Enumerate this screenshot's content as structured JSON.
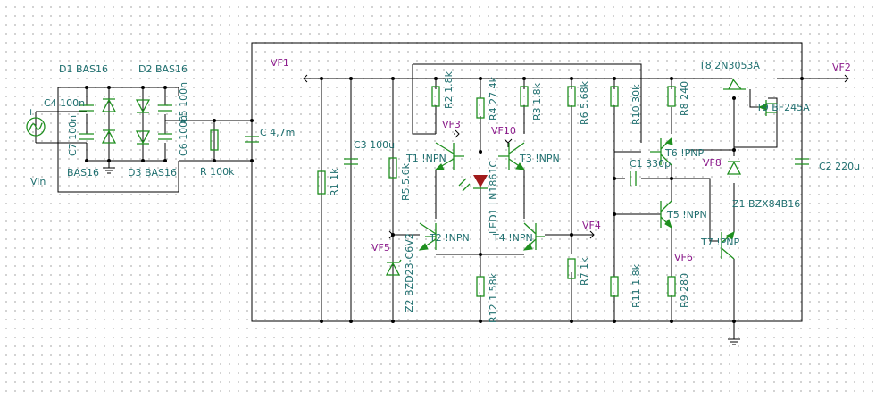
{
  "components": {
    "D1": "D1 BAS16",
    "D2": "D2 BAS16",
    "D3": "D3 BAS16",
    "D4": "BAS16",
    "C4": "C4 100n",
    "C5": "C5 100n",
    "C6": "C6 100n",
    "C7": "C7 100n",
    "C": "C 4,7m",
    "R": "R 100k",
    "Vin": "Vin",
    "R1": "R1 1k",
    "C3": "C3 100u",
    "R5": "R5 5.6k",
    "Z2": "Z2 BZD23-C6V2",
    "R2": "R2 1.8k",
    "R4": "R4 27.4k",
    "R3": "R3 1.8k",
    "T1": "T1 !NPN",
    "T2": "T2 !NPN",
    "T3": "T3 !NPN",
    "T4": "T4 !NPN",
    "LED1": "LED1 LN1861C",
    "R12": "R12 1.58k",
    "R6": "R6 5.68k",
    "R7": "R7 1k",
    "R10": "R10 30k",
    "R11": "R11 1.8k",
    "R8": "R8 240",
    "R9": "R9 280",
    "C1": "C1 330p",
    "T5": "T5 !NPN",
    "T6": "T6 !PNP",
    "T7": "T7 !PNP",
    "T8": "T8 2N3053A",
    "T9": "T9 BF245A",
    "Z1": "Z1 BZX84B16",
    "C2": "C2 220u"
  },
  "nets": {
    "VF1": "VF1",
    "VF2": "VF2",
    "VF3": "VF3",
    "VF4": "VF4",
    "VF5": "VF5",
    "VF6": "VF6",
    "VF8": "VF8",
    "VF10": "VF10"
  },
  "symbols": {
    "plus": "+",
    "source": "sine-source-icon",
    "ground": "ground-icon",
    "led": "led-icon",
    "transistor": "transistor-icon",
    "diode": "diode-icon"
  },
  "colors": {
    "wire": "#000000",
    "component": "#1f8f1f",
    "label": "#1f6f6f",
    "net_label": "#8b1a8b",
    "led_fill": "#a01a1a"
  }
}
